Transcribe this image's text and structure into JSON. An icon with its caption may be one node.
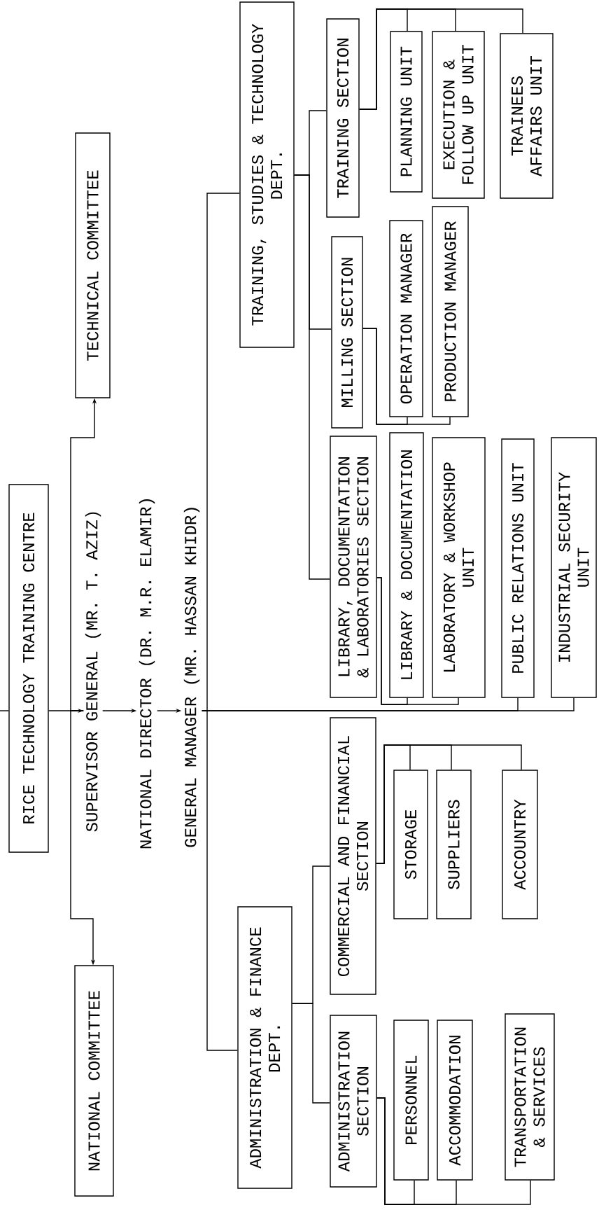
{
  "diagram": {
    "nodes": [
      {
        "text": [
          "RICE TECHNOLOGY TRAINING CENTRE"
        ]
      },
      {
        "text": [
          "TECHNICAL COMMITTEE"
        ]
      },
      {
        "text": [
          "NATIONAL COMMITTEE"
        ]
      },
      {
        "text": [
          "SUPERVISOR GENERAL (MR. T. AZIZ)"
        ]
      },
      {
        "text": [
          "NATIONAL DIRECTOR (DR. M.R. ELAMIR)"
        ]
      },
      {
        "text": [
          "GENERAL MANAGER (MR. HASSAN KHIDR)"
        ]
      },
      {
        "text": [
          "TRAINING, STUDIES & TECHNOLOGY DEPT."
        ]
      },
      {
        "text": [
          "ADMINISTRATION & FINANCE DEPT."
        ]
      },
      {
        "text": [
          "TRAINING SECTION"
        ]
      },
      {
        "text": [
          "MILLING SECTION"
        ]
      },
      {
        "text": [
          "LIBRARY, DOCUMENTATION & LABORATORIES SECTION"
        ]
      },
      {
        "text": [
          "PLANNING UNIT"
        ]
      },
      {
        "text": [
          "EXECUTION & FOLLOW UP UNIT"
        ]
      },
      {
        "text": [
          "TRAINEES AFFAIRS UNIT"
        ]
      },
      {
        "text": [
          "OPERATION MANAGER"
        ]
      },
      {
        "text": [
          "PRODUCTION MANAGER"
        ]
      },
      {
        "text": [
          "LIBRARY & DOCUMENTATION"
        ]
      },
      {
        "text": [
          "LABORATORY & WORKSHOP UNIT"
        ]
      },
      {
        "text": [
          "PUBLIC RELATIONS UNIT"
        ]
      },
      {
        "text": [
          "INDUSTRIAL SECURITY UNIT"
        ]
      },
      {
        "text": [
          "COMMERCIAL AND FINANCIAL SECTION"
        ]
      },
      {
        "text": [
          "ADMINISTRATION SECTION"
        ]
      },
      {
        "text": [
          "STORAGE"
        ]
      },
      {
        "text": [
          "SUPPLIERS"
        ]
      },
      {
        "text": [
          "ACCOUNTRY"
        ]
      },
      {
        "text": [
          "PERSONNEL"
        ]
      },
      {
        "text": [
          "ACCOMMODATION"
        ]
      },
      {
        "text": [
          "TRANSPORTATION & SERVICES"
        ]
      }
    ],
    "edges": [
      {
        "from": null,
        "to": 0,
        "arrow": "none"
      },
      {
        "from": 0,
        "to": 3,
        "arrow": "to"
      },
      {
        "from": 3,
        "to": 4,
        "arrow": "to"
      },
      {
        "from": 4,
        "to": 5,
        "arrow": "to"
      },
      {
        "from": 3,
        "to": 1,
        "arrow": "to"
      },
      {
        "from": 3,
        "to": 2,
        "arrow": "to"
      },
      {
        "from": 5,
        "to": 6,
        "arrow": "none"
      },
      {
        "from": 5,
        "to": 7,
        "arrow": "none"
      },
      {
        "from": 5,
        "to": 18,
        "arrow": "none"
      },
      {
        "from": 5,
        "to": 19,
        "arrow": "none"
      },
      {
        "from": 6,
        "to": 8,
        "arrow": "none"
      },
      {
        "from": 6,
        "to": 9,
        "arrow": "none"
      },
      {
        "from": 6,
        "to": 10,
        "arrow": "none"
      },
      {
        "from": 8,
        "to": 11,
        "arrow": "none"
      },
      {
        "from": 8,
        "to": 12,
        "arrow": "none"
      },
      {
        "from": 8,
        "to": 13,
        "arrow": "none"
      },
      {
        "from": 9,
        "to": 14,
        "arrow": "none"
      },
      {
        "from": 9,
        "to": 15,
        "arrow": "none"
      },
      {
        "from": 10,
        "to": 16,
        "arrow": "none"
      },
      {
        "from": 10,
        "to": 17,
        "arrow": "none"
      },
      {
        "from": 7,
        "to": 20,
        "arrow": "none"
      },
      {
        "from": 7,
        "to": 21,
        "arrow": "none"
      },
      {
        "from": 20,
        "to": 22,
        "arrow": "none"
      },
      {
        "from": 20,
        "to": 23,
        "arrow": "none"
      },
      {
        "from": 20,
        "to": 24,
        "arrow": "none"
      },
      {
        "from": 21,
        "to": 25,
        "arrow": "none"
      },
      {
        "from": 21,
        "to": 26,
        "arrow": "none"
      },
      {
        "from": 21,
        "to": 27,
        "arrow": "none"
      }
    ]
  }
}
